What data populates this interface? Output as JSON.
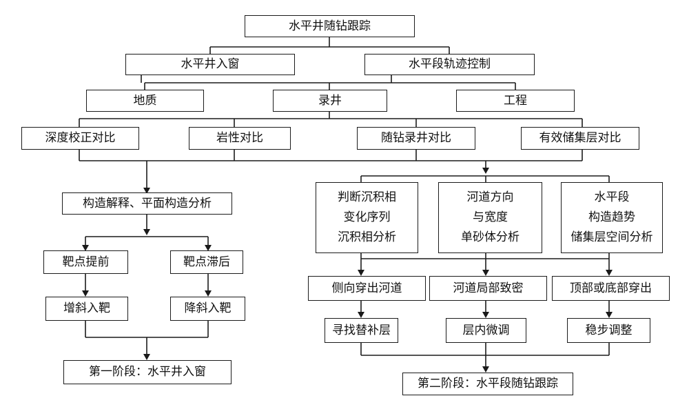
{
  "root": {
    "label": "水平井随钻跟踪"
  },
  "level1": {
    "window": "水平井入窗",
    "control": "水平段轨迹控制"
  },
  "disciplines": {
    "geology": "地质",
    "mudlog": "录井",
    "engineering": "工程"
  },
  "comparisons": {
    "depth": "深度校正对比",
    "lithology": "岩性对比",
    "while_drilling": "随钻录井对比",
    "reservoir": "有效储集层对比"
  },
  "phase1": {
    "structure": "构造解释、平面构造分析",
    "target_ahead": "靶点提前",
    "target_behind": "靶点滞后",
    "increase_angle": "增斜入靶",
    "decrease_angle": "降斜入靶",
    "result": "第一阶段：水平井入窗"
  },
  "phase2": {
    "facies": [
      "判断沉积相",
      "变化序列",
      "沉积相分析"
    ],
    "channel": [
      "河道方向",
      "与宽度",
      "单砂体分析"
    ],
    "horizontal": [
      "水平段",
      "构造趋势",
      "储集层空间分析"
    ],
    "lateral_exit": "侧向穿出河道",
    "local_tight": "河道局部致密",
    "top_bottom_exit": "顶部或底部穿出",
    "find_layer": "寻找替补层",
    "fine_tune": "层内微调",
    "steady_adjust": "稳步调整",
    "result": "第二阶段：水平段随钻跟踪"
  }
}
